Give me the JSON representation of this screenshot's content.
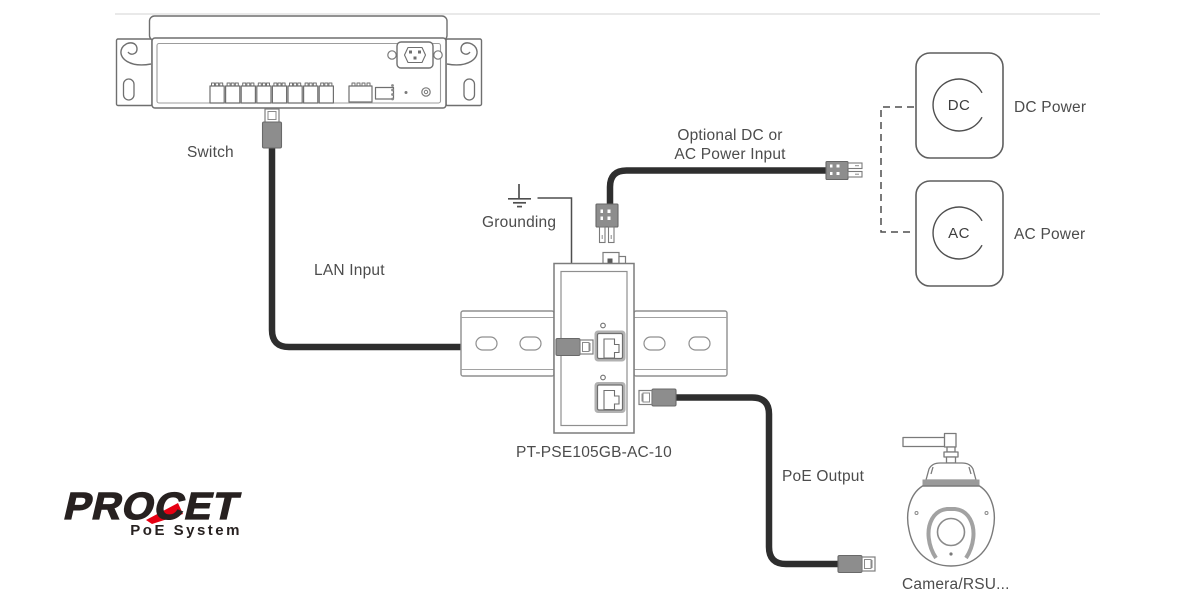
{
  "page": {
    "background": "#ffffff"
  },
  "labels": {
    "switch": "Switch",
    "lan_input": "LAN Input",
    "grounding": "Grounding",
    "power_input_line1": "Optional DC or",
    "power_input_line2": "AC Power Input",
    "dc_badge": "DC",
    "dc_power": "DC Power",
    "ac_badge": "AC",
    "ac_power": "AC Power",
    "device_model": "PT-PSE105GB-AC-10",
    "poe_output": "PoE Output",
    "camera": "Camera/RSU..."
  },
  "logo": {
    "name": "PROCET",
    "tagline": "PoE System",
    "accent_color": "#e60012",
    "text_color": "#272120"
  },
  "colors": {
    "outline_gray": "#7c7c7c",
    "rail_gray": "#8f8f8f",
    "cable_dark": "#2e2e2e",
    "connector_gray": "#8d8d8d",
    "label_text": "#4c4c4c",
    "dashed_line": "#4f4f4f",
    "faint_rule": "#dcdcdc"
  },
  "icons": {
    "switch_illustration": "rack-mount-switch-rear",
    "poe_injector_illustration": "din-rail-poe-injector",
    "din_rail": "mounting-rail",
    "grounding_symbol": "earth-ground",
    "dc_power_box": "dc-adapter",
    "ac_power_box": "ac-adapter",
    "rj45_plug": "ethernet-connector",
    "power_plug": "two-pin-power-connector",
    "camera_illustration": "ptz-dome-camera"
  }
}
